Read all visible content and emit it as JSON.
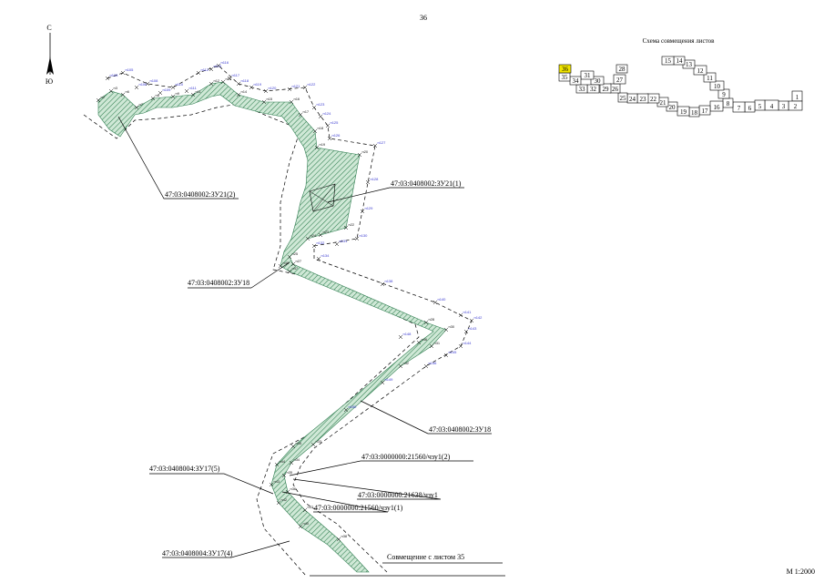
{
  "page": {
    "number": "36",
    "scale": "М 1:2000"
  },
  "north_arrow": {
    "north": "С",
    "south": "Ю"
  },
  "labels": [
    "47:03:0408002:ЗУ21(2)",
    "47:03:0408002:ЗУ21(1)",
    "47:03:0408002:ЗУ18",
    "47:03:0408002:ЗУ18",
    "47:03:0000000:21560/чзу1(2)",
    "47:03:0408004:ЗУ17(5)",
    "47:03:0000000:21638/чзу1",
    "47:03:0000000:21560/чзу1(1)",
    "47:03:0408004:ЗУ17(4)"
  ],
  "join_note": "Совмещение с листом 35",
  "schema": {
    "title": "Схема совмещения листов",
    "sheets": [
      "1",
      "2",
      "3",
      "4",
      "5",
      "6",
      "7",
      "8",
      "9",
      "10",
      "11",
      "12",
      "13",
      "14",
      "15",
      "16",
      "17",
      "18",
      "19",
      "20",
      "21",
      "22",
      "23",
      "24",
      "25",
      "26",
      "27",
      "28",
      "29",
      "30",
      "31",
      "32",
      "33",
      "34",
      "35",
      "36"
    ],
    "current_sheet": "36",
    "highlight_color": "#f2e600"
  },
  "colors": {
    "strip_fill": "#cfe8d6",
    "hatch": "#2e7d4f",
    "point_labels": "#3a3ad0"
  },
  "point_labels": {
    "blue": [
      "н103",
      "н105",
      "н106",
      "н108",
      "н109",
      "н110",
      "н111",
      "н112",
      "н115",
      "н116",
      "н117",
      "н118",
      "н119",
      "н120",
      "н121",
      "н122",
      "н123",
      "н124",
      "н125",
      "н126",
      "н127",
      "н128",
      "н129",
      "н130",
      "н131",
      "н132",
      "н134",
      "н138",
      "н140",
      "н141",
      "н142",
      "н143",
      "н144",
      "н145",
      "н146",
      "н148",
      "н149",
      "н150"
    ],
    "black": [
      "н2",
      "н3",
      "н6",
      "н7",
      "н8",
      "н9",
      "н11",
      "н12",
      "н13",
      "н14",
      "н15",
      "н16",
      "н17",
      "н18",
      "н19",
      "н20",
      "н22",
      "н23",
      "н24",
      "н25",
      "н27",
      "н28",
      "н30",
      "н31",
      "н32",
      "н33",
      "н34",
      "н35",
      "н36",
      "н37",
      "н38",
      "н40",
      "н42",
      "н43",
      "н44",
      "н45",
      "н46",
      "н47",
      "н48"
    ]
  }
}
